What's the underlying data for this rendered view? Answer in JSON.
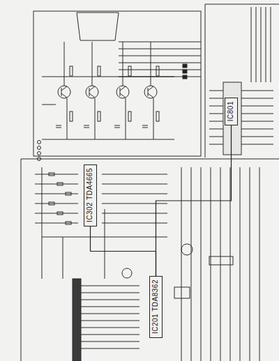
{
  "diagram": {
    "nodes": [
      {
        "text": [
          "IC302 TDA4665"
        ]
      },
      {
        "text": [
          "IC201 TDA8362"
        ]
      },
      {
        "text": [
          "IC801"
        ]
      }
    ],
    "edges": [
      {
        "from": 0,
        "to": 1,
        "arrow": "none"
      },
      {
        "from": 1,
        "to": 2,
        "arrow": "none"
      }
    ]
  }
}
